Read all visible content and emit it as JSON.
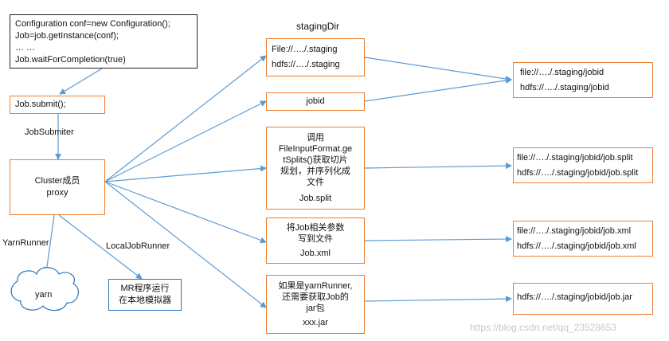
{
  "code_box": {
    "lines": [
      "Configuration conf=new Configuration();",
      "Job=job.getInstance(conf);",
      "… …",
      "Job.waitForCompletion(true)"
    ]
  },
  "submit_box": {
    "label": "Job.submit();"
  },
  "job_submitter_label": "JobSubmiter",
  "cluster_box": {
    "lines": [
      "Cluster成员",
      "proxy"
    ]
  },
  "yarn_runner_label": "YarnRunner",
  "local_job_runner_label": "LocalJobRunner",
  "yarn_cloud": {
    "label": "yarn"
  },
  "local_box": {
    "lines": [
      "MR程序运行",
      "在本地模拟器"
    ]
  },
  "staging_dir_label": "stagingDir",
  "staging_box": {
    "lines": [
      "File://…./.staging",
      "hdfs://…./.staging"
    ]
  },
  "jobid_box": {
    "label": "jobid"
  },
  "split_box": {
    "lines": [
      "调用",
      "FileInputFormat.ge",
      "tSplits()获取切片",
      "规划，并序列化成",
      "文件",
      "Job.split"
    ]
  },
  "xml_box": {
    "lines": [
      "将Job相关参数",
      "写到文件",
      "Job.xml"
    ]
  },
  "jar_box": {
    "lines": [
      "如果是yarnRunner,",
      "还需要获取Job的",
      "jar包",
      "xxx.jar"
    ]
  },
  "result_jobid_box": {
    "lines": [
      "file://…./.staging/jobid",
      "hdfs://…./.staging/jobid"
    ]
  },
  "result_split_box": {
    "lines": [
      "file://…./.staging/jobid/job.split",
      "hdfs://…./.staging/jobid/job.split"
    ]
  },
  "result_xml_box": {
    "lines": [
      "file://…./.staging/jobid/job.xml",
      "hdfs://…./.staging/jobid/job.xml"
    ]
  },
  "result_jar_box": {
    "lines": [
      "hdfs://…./.staging/jobid/job.jar"
    ]
  },
  "watermark": "https://blog.csdn.net/qq_23528653",
  "colors": {
    "box_border": "#ed7d31",
    "arrow": "#5b9bd5",
    "code_border": "#222222",
    "cloud_border": "#2e75b6"
  }
}
